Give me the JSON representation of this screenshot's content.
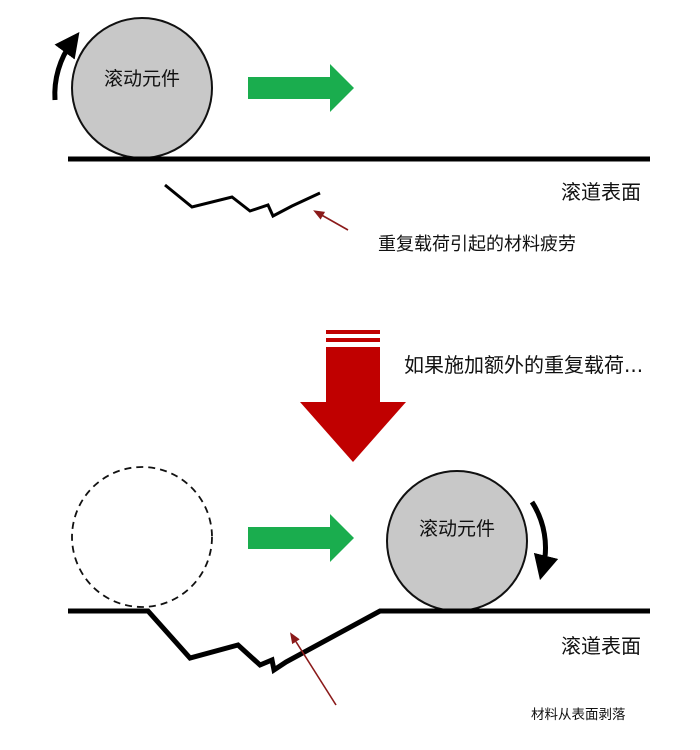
{
  "top": {
    "roller_label": "滚动元件",
    "surface_label": "滚道表面",
    "fatigue_label": "重复载荷引起的材料疲劳"
  },
  "middle": {
    "extra_load_label": "如果施加额外的重复载荷..."
  },
  "bottom": {
    "roller_label": "滚动元件",
    "surface_label": "滚道表面",
    "spall_label": "材料从表面剥落"
  },
  "colors": {
    "roller_fill": "#c8c8c8",
    "motion_arrow": "#1aad4e",
    "load_arrow": "#c00000",
    "pointer_arrow": "#8b1a1a",
    "line": "#000000"
  },
  "icons": {
    "top_rotation": "curved-arrow-counterclockwise-icon",
    "bottom_rotation": "curved-arrow-clockwise-icon"
  }
}
